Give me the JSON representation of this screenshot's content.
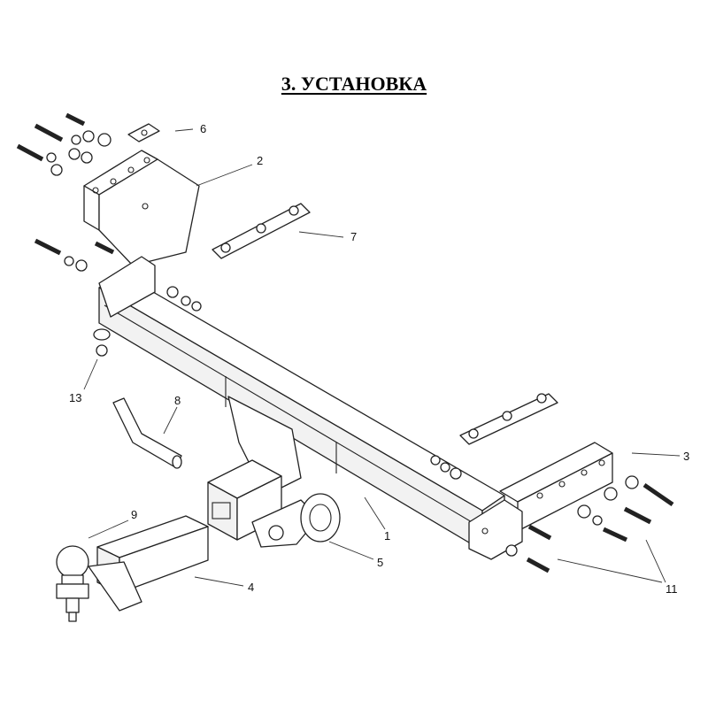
{
  "title": "3. УСТАНОВКА",
  "labels": {
    "l1": "1",
    "l2": "2",
    "l3": "3",
    "l4": "4",
    "l5": "5",
    "l6": "6",
    "l7": "7",
    "l8": "8",
    "l9": "9",
    "l11": "11",
    "l13": "13"
  }
}
